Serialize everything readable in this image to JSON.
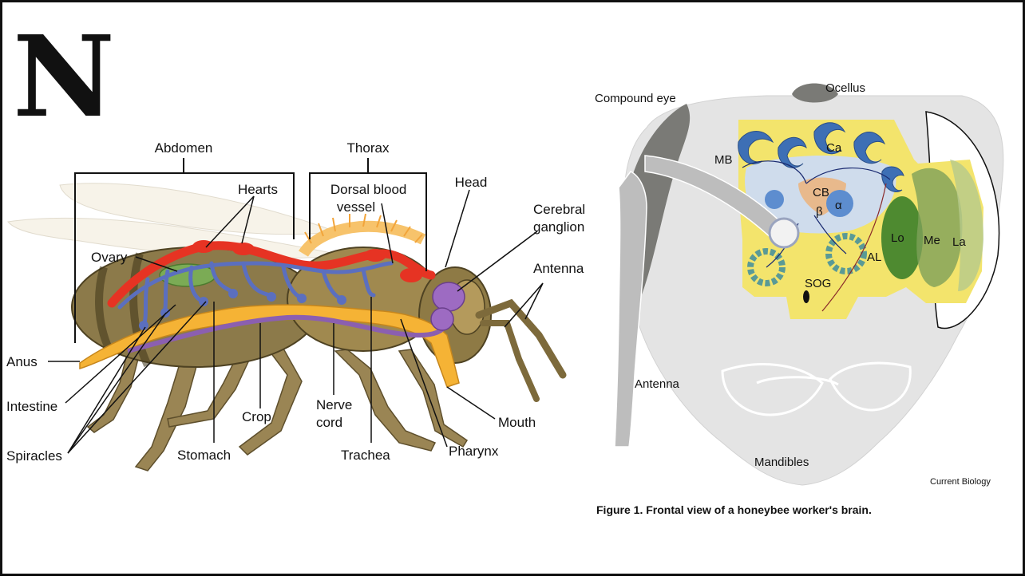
{
  "logo": {
    "letter": "N"
  },
  "bee_anatomy": {
    "region_labels": {
      "abdomen": "Abdomen",
      "thorax": "Thorax",
      "head": "Head"
    },
    "organ_labels": {
      "hearts": "Hearts",
      "dorsal_blood_vessel": [
        "Dorsal blood",
        "vessel"
      ],
      "cerebral_ganglion": [
        "Cerebral",
        "ganglion"
      ],
      "antenna": "Antenna",
      "ovary": "Ovary",
      "anus": "Anus",
      "intestine": "Intestine",
      "spiracles": "Spiracles",
      "stomach": "Stomach",
      "crop": "Crop",
      "nerve_cord": [
        "Nerve",
        "cord"
      ],
      "trachea": "Trachea",
      "pharynx": "Pharynx",
      "mouth": "Mouth"
    }
  },
  "brain_figure": {
    "labels": {
      "compound_eye": "Compound eye",
      "ocellus": "Ocellus",
      "mb": "MB",
      "ca": "Ca",
      "cb": "CB",
      "alpha": "α",
      "beta": "β",
      "lo": "Lo",
      "me": "Me",
      "la": "La",
      "al": "AL",
      "sog": "SOG",
      "antenna": "Antenna",
      "mandibles": "Mandibles"
    },
    "credit": "Current Biology",
    "caption": "Figure 1.  Frontal view of a honeybee worker's brain."
  },
  "colors": {
    "frame": "#111111",
    "heart_red": "#e63323",
    "tracheal_blue": "#5b6fbf",
    "gut_orange": "#f5b335",
    "nerve_purple": "#8b5fb0",
    "ganglion_purple": "#9d6bc2",
    "bee_brown": "#8c7a4a",
    "brain_yellow": "#f3e46c",
    "brain_blue": "#3d6fb5",
    "optic_green": "#7ea05a",
    "head_grey": "#e4e4e4"
  }
}
